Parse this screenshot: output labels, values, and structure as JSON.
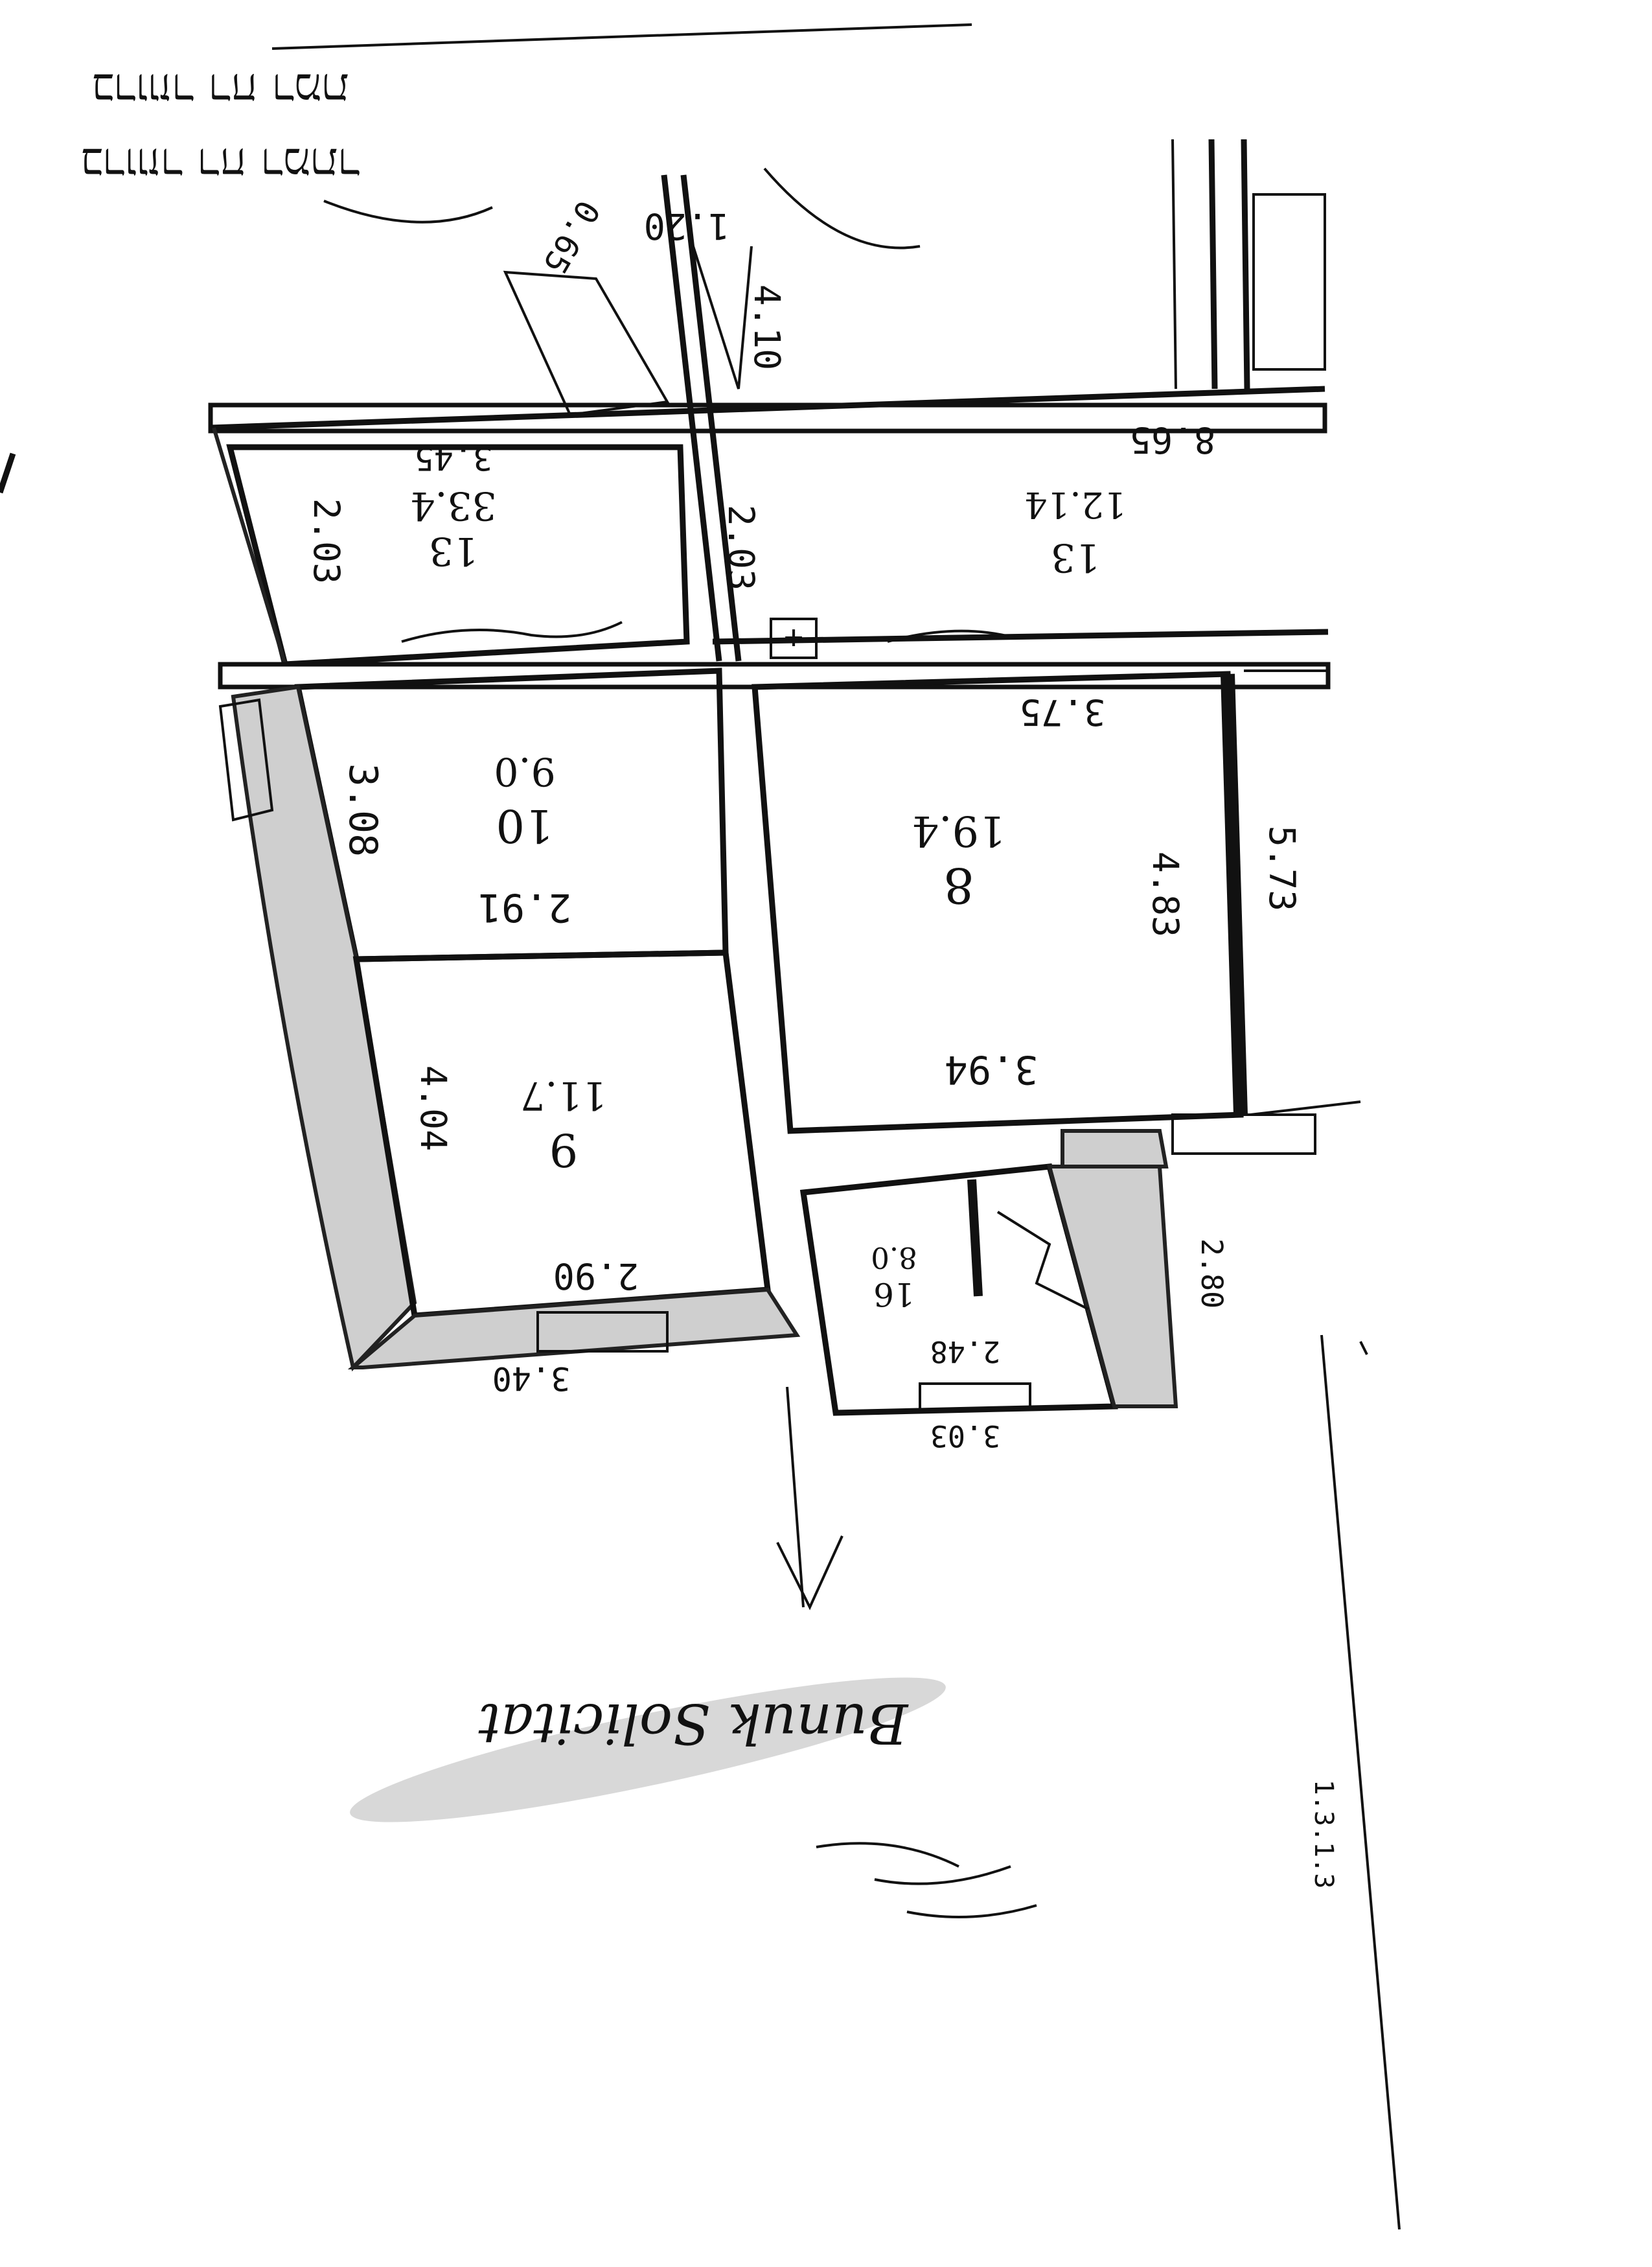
{
  "header": {
    "line1": "ברווזר רח רמת",
    "line2": "ברווזר רח רמתר"
  },
  "rooms": [
    {
      "number": "13",
      "area": "33.4",
      "len": "3.45",
      "wid": "2.03",
      "side": "2.03"
    },
    {
      "number": "13",
      "area": "12.14",
      "len": "8.65"
    },
    {
      "number": "10",
      "area": "9.0",
      "len": "2.91",
      "wid": "3.08"
    },
    {
      "number": "8",
      "area": "19.4",
      "top": "3.75",
      "bottom": "3.94",
      "side": "4.83",
      "outside": "5.73"
    },
    {
      "number": "9",
      "area": "11.7",
      "bottom": "2.90",
      "side": "4.04",
      "under": "3.40"
    },
    {
      "number": "16",
      "area": "8.0",
      "bottom": "2.48",
      "under": "3.03",
      "side": "2.80"
    }
  ],
  "top_marks": [
    "1.20",
    "4.10",
    "0.65"
  ],
  "note": "Bunuk Solicitat",
  "margin_note": "1.3.1.3"
}
